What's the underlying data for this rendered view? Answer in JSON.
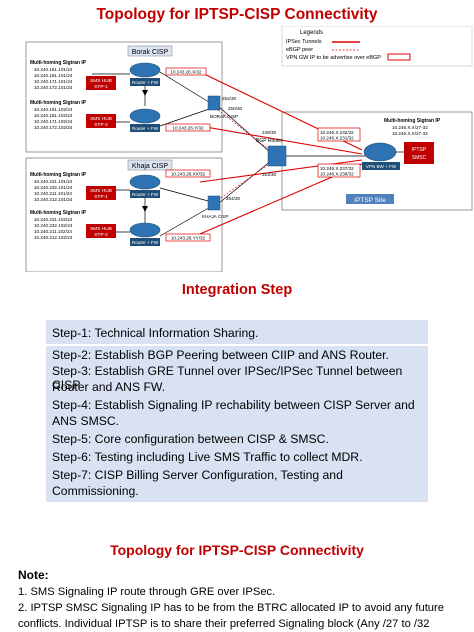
{
  "titles": {
    "topology": "Topology for IPTSP-CISP Connectivity",
    "integration": "Integration Step",
    "topology_bottom": "Topology for IPTSP-CISP Connectivity"
  },
  "legend": {
    "title": "Legends",
    "items": [
      {
        "label": "IPSec Tunnels",
        "color": "#e00000"
      },
      {
        "label": "eBGP peer",
        "color": "#e00000"
      },
      {
        "label": "VPN GW IP to be advertise over eBGP",
        "color": "#e00000"
      }
    ]
  },
  "borak": {
    "label": "Borak CISP",
    "router_label": "BORAK CISP",
    "ip": "10.243.26.X/32",
    "ip2": "10.243.26.Y/32",
    "link": "252/30",
    "link2": "250/30",
    "hub1": {
      "heading": "Multi-homing Sigtran IP",
      "ips": [
        "10.240.181.101/24",
        "10.240.191.101/24",
        "10.240.171.101/24",
        "10.240.172.101/24"
      ],
      "hub": "SMS HUB",
      "stp": "STP-1",
      "router": "Router + FW"
    },
    "hub2": {
      "heading": "Multi-homing Sigtran IP",
      "ips": [
        "10.240.191.102/24",
        "10.240.181.102/24",
        "10.240.171.102/24",
        "10.240.172.102/24"
      ],
      "hub": "SMS HUB",
      "stp": "STP-2",
      "router": "Router + FW"
    }
  },
  "khaja": {
    "label": "Khaja CISP",
    "router_label": "KHAJA CISP",
    "ip": "10.243.26.XX/32",
    "ip2": "10.243.26.YY/32",
    "link": "254/30",
    "hub1": {
      "heading": "Multi-homing Sigtran IP",
      "ips": [
        "10.240.231.101/24",
        "10.240.232.101/24",
        "10.240.211.101/24",
        "10.240.212.101/24"
      ],
      "hub": "SMS HUB",
      "stp": "STP-1",
      "router": "Router + FW"
    },
    "hub2": {
      "heading": "Multi-homing Sigtran IP",
      "ips": [
        "10.240.231.102/24",
        "10.240.232.102/24",
        "10.240.211.102/24",
        "10.240.212.102/24"
      ],
      "hub": "SMS HUB",
      "stp": "STP-2",
      "router": "Router + FW"
    }
  },
  "bgp": {
    "label": "BGP Router",
    "link_top": "249/30",
    "link_bottom": "253/30"
  },
  "iptsp": {
    "site": "IPTSP Site",
    "heading": "Multi-homing Sigtran IP",
    "ips": [
      "10.246.X.X/27-32",
      "10.246.X.X/27-32"
    ],
    "smsc": "IPTSP",
    "smsc2": "SMSC",
    "vpn": "VPN BW + FW",
    "peer_ips_top": [
      "10.246.X.232/32",
      "10.246.X.231/32"
    ],
    "peer_ips_bottom": [
      "10.246.X.237/32",
      "10.246.X.238/32"
    ]
  },
  "steps": [
    "Step-1: Technical Information Sharing.",
    "Step-2: Establish BGP Peering between CIIP and ANS Router.",
    "Step-3: Establish GRE Tunnel over IPSec/IPSec Tunnel between CISP",
    "Router and ANS FW.",
    "Step-4: Establish Signaling IP rechability between CISP Server and",
    "ANS SMSC.",
    "Step-5: Core configuration between CISP & SMSC.",
    "Step-6: Testing including Live SMS Traffic to collect MDR.",
    "Step-7: CISP Billing Server Configuration, Testing and",
    "Commissioning."
  ],
  "note": {
    "heading": "Note:",
    "items": [
      "1.  SMS Signaling IP route through GRE over IPSec.",
      "2.  IPTSP SMSC Signaling IP has to be from the BTRC allocated IP to avoid any future",
      "     conflicts. Individual IPTSP is to share their preferred Signaling block (Any /27 to /32"
    ]
  }
}
